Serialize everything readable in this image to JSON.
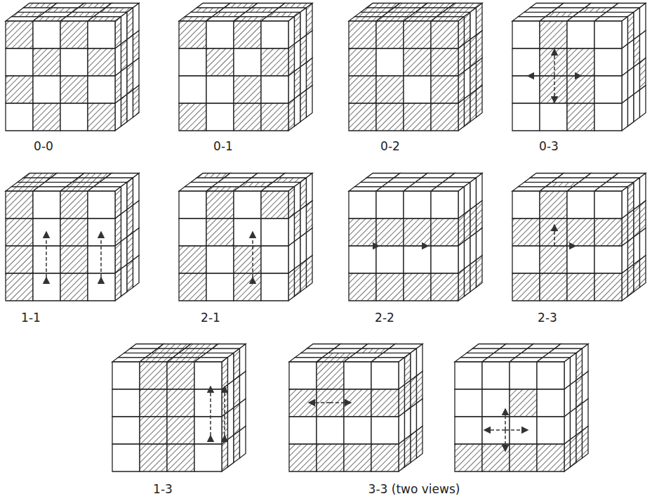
{
  "diagram": {
    "labels": [
      "0-0",
      "0-1",
      "0-2",
      "0-3",
      "1-1",
      "2-1",
      "2-2",
      "2-3",
      "1-3",
      "3-3 (two views)"
    ]
  }
}
